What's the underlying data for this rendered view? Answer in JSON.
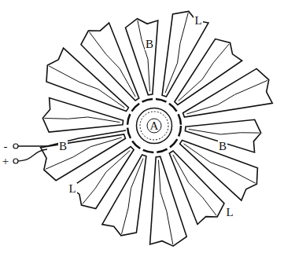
{
  "diagram": {
    "nodes": [
      {
        "text": [
          "A"
        ]
      }
    ],
    "labels": [
      "B",
      "B",
      "B",
      "L",
      "L",
      "L",
      "-",
      "+"
    ]
  }
}
